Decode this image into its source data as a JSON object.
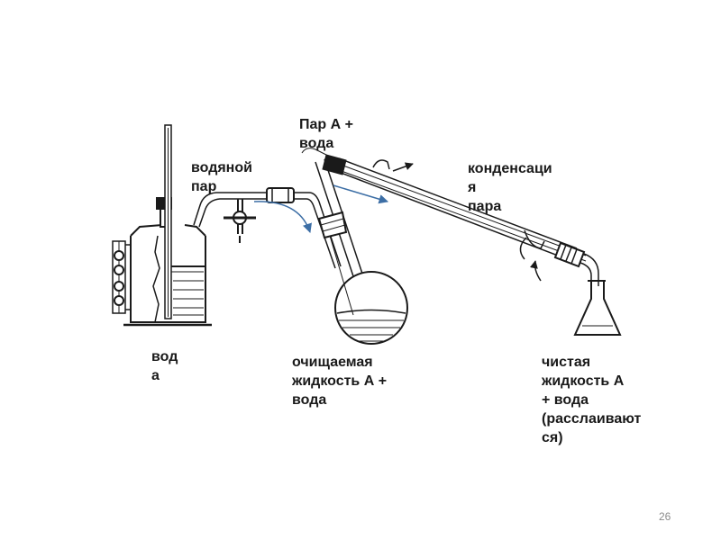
{
  "labels": {
    "water": [
      "вод",
      "а"
    ],
    "steam": [
      "водяной",
      "пар"
    ],
    "vapor_a_water": [
      "Пар А +",
      "вода"
    ],
    "condensation": [
      "конденсаци",
      "я",
      "пара"
    ],
    "purified_liquid": [
      "очищаемая",
      "жидкость А +",
      "вода"
    ],
    "pure_liquid": [
      "чистая",
      "жидкость А",
      "+ вода",
      "(расслаивают",
      "ся)"
    ]
  },
  "slide_number": "26",
  "colors": {
    "line": "#1a1a1a",
    "flow_arrow": "#3c6ea5",
    "slide_number": "#8c8c8c"
  }
}
